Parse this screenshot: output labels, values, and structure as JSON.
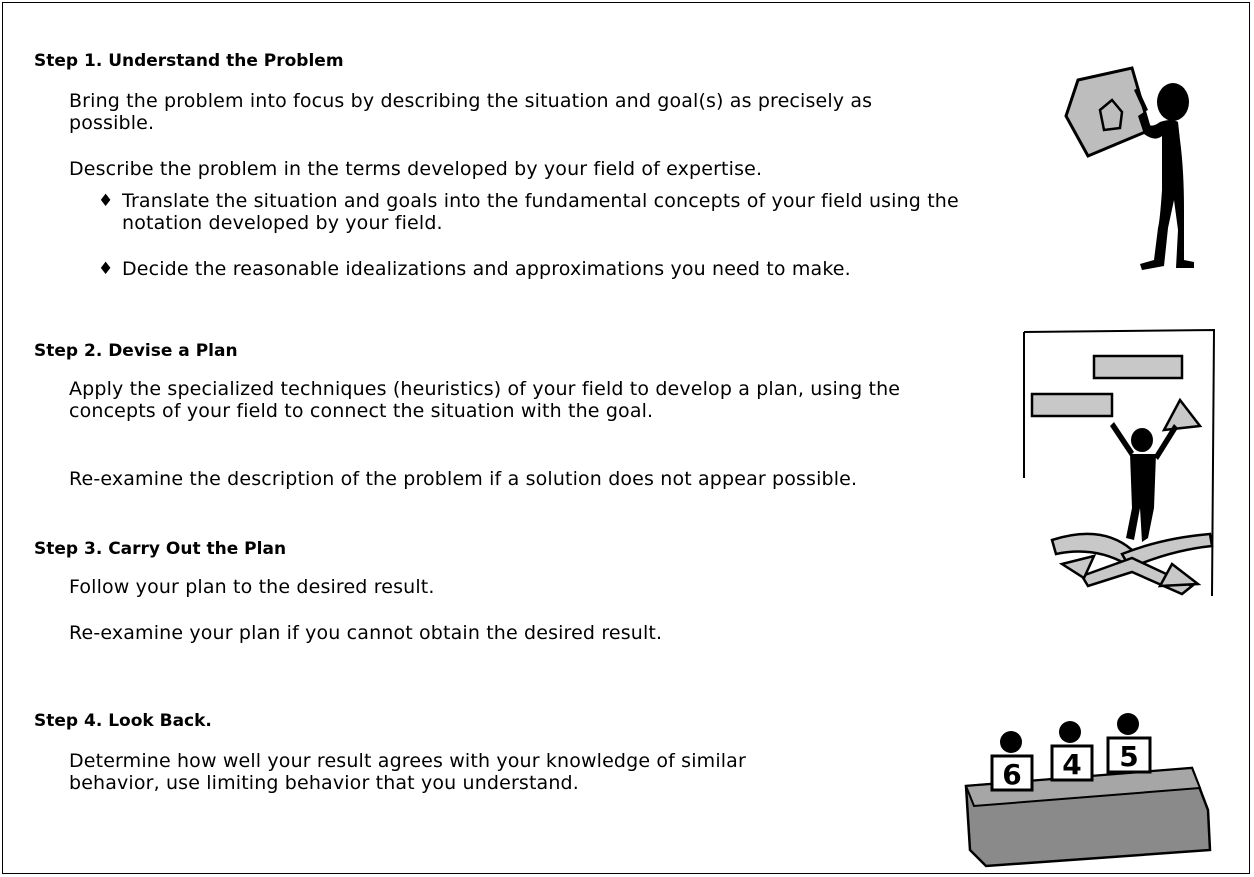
{
  "steps": [
    {
      "heading": "Step 1. Understand the Problem",
      "paragraphs": [
        "Bring the problem into focus by describing the situation and goal(s) as precisely as possible.",
        "Describe the problem in the terms developed by your field of expertise."
      ],
      "bullets": [
        "Translate the situation and goals into the fundamental concepts of your field using the notation developed by your field.",
        "Decide the reasonable idealizations and approximations you need to make."
      ]
    },
    {
      "heading": "Step 2. Devise a Plan",
      "paragraphs": [
        "Apply the specialized techniques (heuristics) of your field to develop a plan, using the concepts of your field to connect the situation with the goal.",
        "Re-examine the description of the problem if a solution does not appear possible."
      ]
    },
    {
      "heading": "Step 3. Carry Out the Plan",
      "paragraphs": [
        "Follow your plan to the desired result.",
        "Re-examine your plan if you cannot obtain the desired result."
      ]
    },
    {
      "heading": "Step 4.  Look Back.",
      "paragraphs": [
        "Determine how well your result agrees with your knowledge of similar behavior, use limiting behavior that you understand."
      ]
    }
  ],
  "bullet_glyph": "♦",
  "illustrations": {
    "judges_scores": [
      "6",
      "4",
      "5"
    ]
  }
}
